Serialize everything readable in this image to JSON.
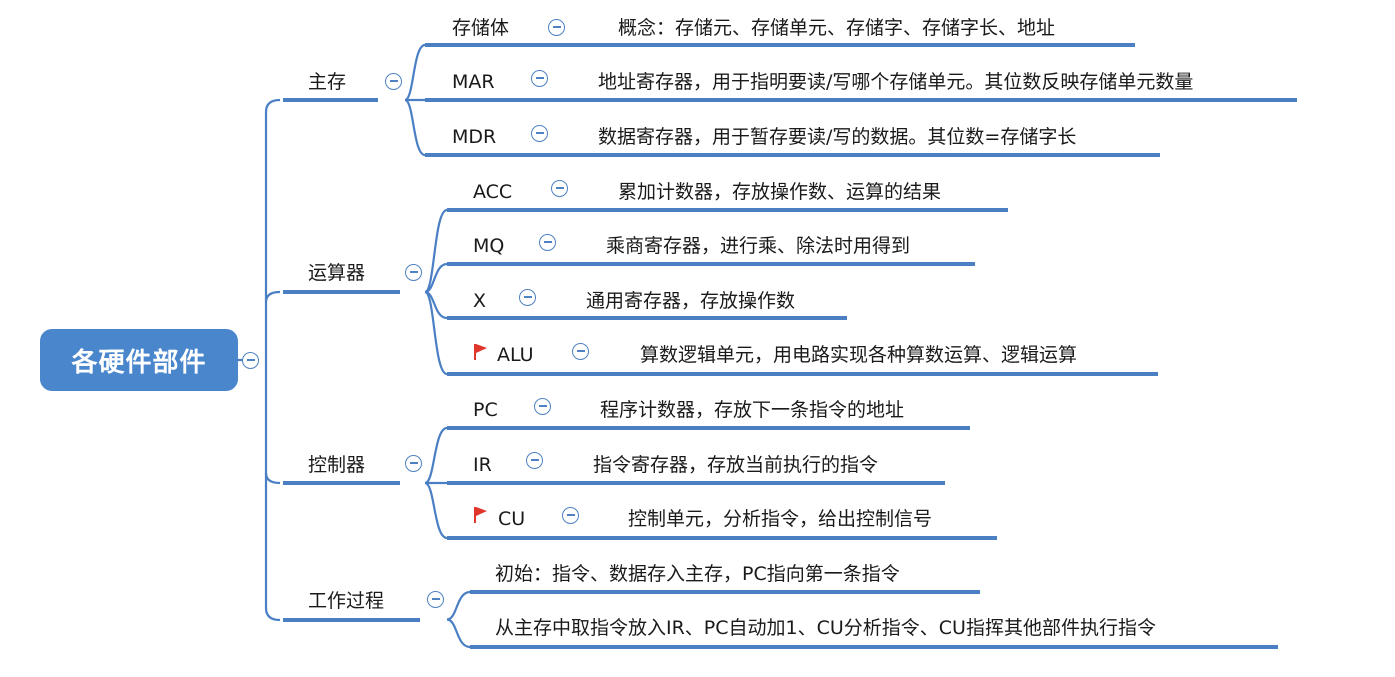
{
  "root": {
    "label": "各硬件部件"
  },
  "colors": {
    "line": "#4a7fc4",
    "root_fill": "#4a86cc",
    "flag": "#e0352b"
  },
  "icons": {
    "collapse": "minus-circle-icon",
    "flag": "red-flag-icon"
  },
  "branches": [
    {
      "label": "主存",
      "children": [
        {
          "label": "存储体",
          "desc": "概念：存储元、存储单元、存储字、存储字长、地址",
          "flag": false
        },
        {
          "label": "MAR",
          "desc": "地址寄存器，用于指明要读/写哪个存储单元。其位数反映存储单元数量",
          "flag": false
        },
        {
          "label": "MDR",
          "desc": "数据寄存器，用于暂存要读/写的数据。其位数=存储字长",
          "flag": false
        }
      ]
    },
    {
      "label": "运算器",
      "children": [
        {
          "label": "ACC",
          "desc": "累加计数器，存放操作数、运算的结果",
          "flag": false
        },
        {
          "label": "MQ",
          "desc": "乘商寄存器，进行乘、除法时用得到",
          "flag": false
        },
        {
          "label": "X",
          "desc": "通用寄存器，存放操作数",
          "flag": false
        },
        {
          "label": "ALU",
          "desc": "算数逻辑单元，用电路实现各种算数运算、逻辑运算",
          "flag": true
        }
      ]
    },
    {
      "label": "控制器",
      "children": [
        {
          "label": "PC",
          "desc": "程序计数器，存放下一条指令的地址",
          "flag": false
        },
        {
          "label": "IR",
          "desc": "指令寄存器，存放当前执行的指令",
          "flag": false
        },
        {
          "label": "CU",
          "desc": "控制单元，分析指令，给出控制信号",
          "flag": true
        }
      ]
    },
    {
      "label": "工作过程",
      "steps": [
        "初始：指令、数据存入主存，PC指向第一条指令",
        "从主存中取指令放入IR、PC自动加1、CU分析指令、CU指挥其他部件执行指令"
      ]
    }
  ]
}
